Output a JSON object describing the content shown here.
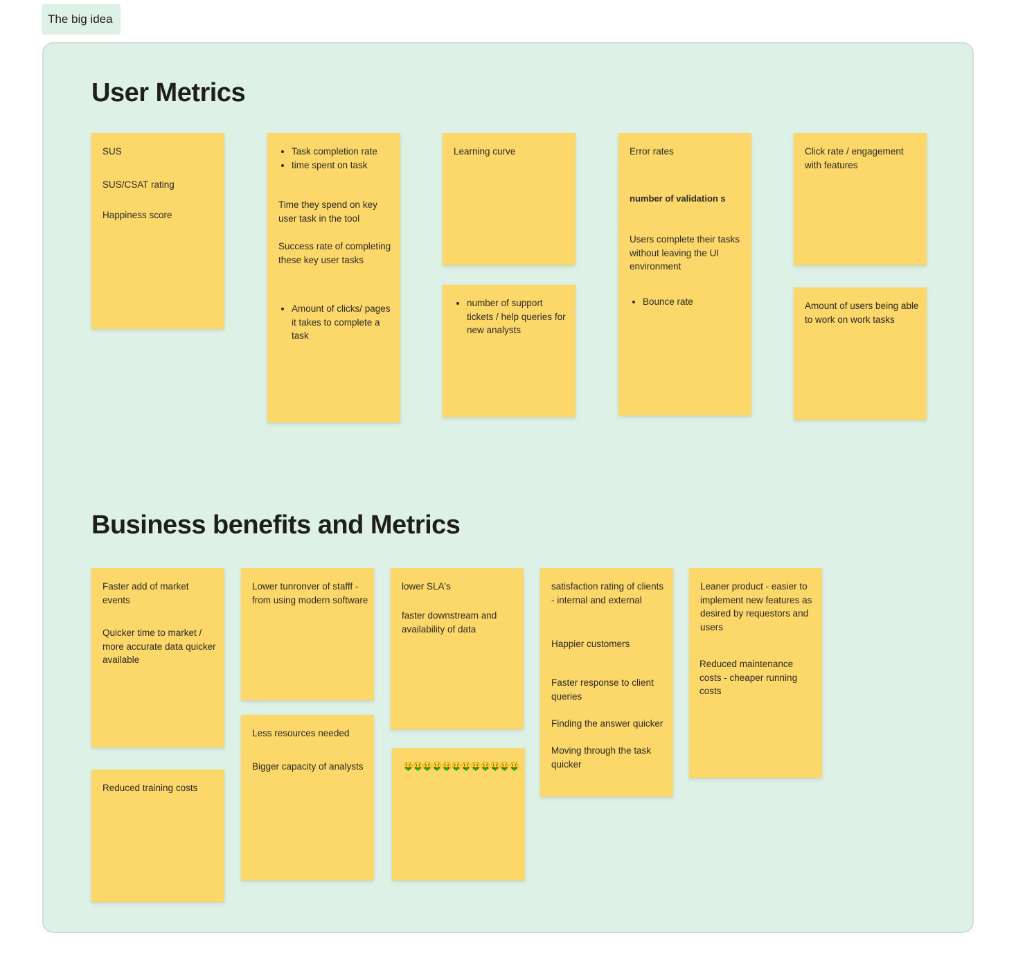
{
  "section_tag": "The big idea",
  "user_metrics": {
    "heading": "User Metrics",
    "sus": [
      "SUS",
      "SUS/CSAT rating",
      "Happiness score"
    ],
    "task_bullets": [
      "Task completion rate",
      "time spent on task"
    ],
    "task_time": "Time they spend on key user task in the tool",
    "task_success": "Success rate of completing these key user tasks",
    "task_clicks": "Amount of clicks/ pages it takes to complete a task",
    "learning_curve": "Learning curve",
    "support_tickets": "number of support tickets / help queries for new analysts",
    "error_rates": "Error rates",
    "validations": "number of  validation s",
    "complete_in_ui": "Users complete their tasks without leaving the UI environment",
    "bounce_rate": "Bounce rate",
    "click_rate": "Click rate / engagement with features",
    "work_tasks": "Amount of users being able to work on work tasks"
  },
  "business": {
    "heading": "Business benefits and Metrics",
    "market_events": "Faster add of market events",
    "time_to_market": "Quicker time to market / more accurate data quicker available",
    "training_costs": "Reduced training costs",
    "turnover": "Lower tunronver of stafff -from using modern software",
    "less_resources": "Less resources needed",
    "capacity": "Bigger capacity of analysts",
    "sla": "lower SLA's",
    "downstream": "faster downstream and availability of data",
    "money_emojis": "🤑🤑🤑🤑🤑🤑🤑🤑🤑🤑🤑🤑",
    "satisfaction": "satisfaction rating of clients - internal and external",
    "happier": "Happier customers",
    "faster_response": "Faster response to client queries",
    "finding_answer": "Finding the answer quicker",
    "moving_through": "Moving through the task quicker",
    "leaner": "Leaner product - easier to implement new features as desired by requestors and users",
    "maintenance": "Reduced maintenance costs - cheaper running costs"
  },
  "colors": {
    "section_bg": "#ddf1e6",
    "sticky_yellow": "#fcd769",
    "text": "#1e1e1e"
  }
}
